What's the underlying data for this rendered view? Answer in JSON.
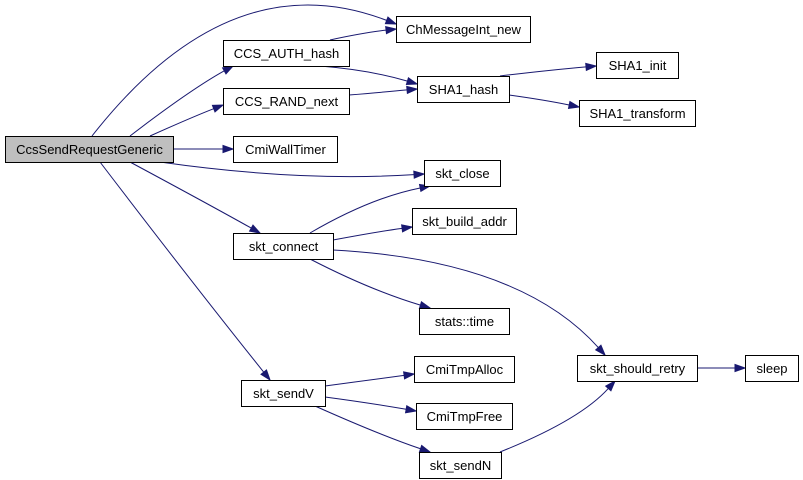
{
  "graph": {
    "colors": {
      "edge": "#191970",
      "root_fill": "#bfbfbf",
      "node_fill": "#ffffff",
      "border": "#000000"
    },
    "nodes": [
      {
        "id": "ccs_send_request_generic",
        "label": "CcsSendRequestGeneric",
        "root": true
      },
      {
        "id": "ccs_auth_hash",
        "label": "CCS_AUTH_hash"
      },
      {
        "id": "ccs_rand_next",
        "label": "CCS_RAND_next"
      },
      {
        "id": "cmi_wall_timer",
        "label": "CmiWallTimer"
      },
      {
        "id": "skt_connect",
        "label": "skt_connect"
      },
      {
        "id": "skt_sendv",
        "label": "skt_sendV"
      },
      {
        "id": "ch_message_int_new",
        "label": "ChMessageInt_new"
      },
      {
        "id": "sha1_hash",
        "label": "SHA1_hash"
      },
      {
        "id": "skt_close",
        "label": "skt_close"
      },
      {
        "id": "skt_build_addr",
        "label": "skt_build_addr"
      },
      {
        "id": "stats_time",
        "label": "stats::time"
      },
      {
        "id": "cmi_tmp_alloc",
        "label": "CmiTmpAlloc"
      },
      {
        "id": "cmi_tmp_free",
        "label": "CmiTmpFree"
      },
      {
        "id": "skt_sendn",
        "label": "skt_sendN"
      },
      {
        "id": "sha1_init",
        "label": "SHA1_init"
      },
      {
        "id": "sha1_transform",
        "label": "SHA1_transform"
      },
      {
        "id": "skt_should_retry",
        "label": "skt_should_retry"
      },
      {
        "id": "sleep",
        "label": "sleep"
      }
    ],
    "edges": [
      {
        "from": "ccs_send_request_generic",
        "to": "ch_message_int_new"
      },
      {
        "from": "ccs_send_request_generic",
        "to": "ccs_auth_hash"
      },
      {
        "from": "ccs_send_request_generic",
        "to": "ccs_rand_next"
      },
      {
        "from": "ccs_send_request_generic",
        "to": "cmi_wall_timer"
      },
      {
        "from": "ccs_send_request_generic",
        "to": "skt_close"
      },
      {
        "from": "ccs_send_request_generic",
        "to": "skt_connect"
      },
      {
        "from": "ccs_send_request_generic",
        "to": "skt_sendv"
      },
      {
        "from": "ccs_auth_hash",
        "to": "ch_message_int_new"
      },
      {
        "from": "ccs_auth_hash",
        "to": "sha1_hash"
      },
      {
        "from": "ccs_rand_next",
        "to": "sha1_hash"
      },
      {
        "from": "sha1_hash",
        "to": "sha1_init"
      },
      {
        "from": "sha1_hash",
        "to": "sha1_transform"
      },
      {
        "from": "skt_connect",
        "to": "skt_close"
      },
      {
        "from": "skt_connect",
        "to": "skt_build_addr"
      },
      {
        "from": "skt_connect",
        "to": "stats_time"
      },
      {
        "from": "skt_connect",
        "to": "skt_should_retry"
      },
      {
        "from": "skt_sendv",
        "to": "cmi_tmp_alloc"
      },
      {
        "from": "skt_sendv",
        "to": "cmi_tmp_free"
      },
      {
        "from": "skt_sendv",
        "to": "skt_sendn"
      },
      {
        "from": "skt_sendn",
        "to": "skt_should_retry"
      },
      {
        "from": "skt_should_retry",
        "to": "sleep"
      }
    ]
  }
}
